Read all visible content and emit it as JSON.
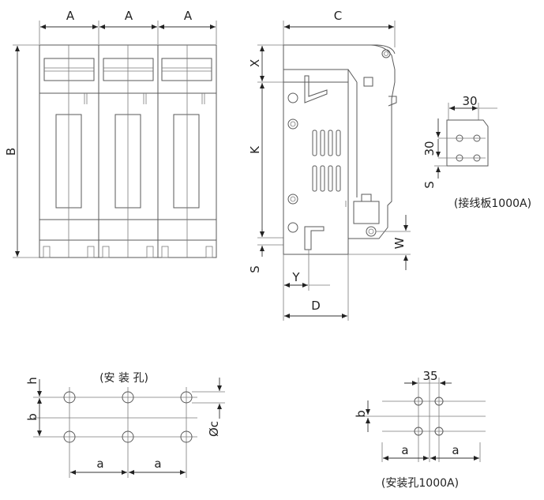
{
  "front_view": {
    "width_label": "A",
    "height_label": "B"
  },
  "side_view": {
    "labels": {
      "C": "C",
      "X": "X",
      "K": "K",
      "S": "S",
      "Y": "Y",
      "D": "D",
      "W": "W"
    }
  },
  "terminal_plate": {
    "dim_width": "30",
    "dim_height": "30",
    "dim_s": "S",
    "caption": "(接线板1000A)"
  },
  "mounting_holes": {
    "caption": "(安 装 孔)",
    "h": "h",
    "b": "b",
    "a": "a",
    "c": "Øc"
  },
  "mounting_holes_1000a": {
    "dim_35": "35",
    "b": "b",
    "a": "a",
    "caption": "(安装孔1000A)"
  }
}
